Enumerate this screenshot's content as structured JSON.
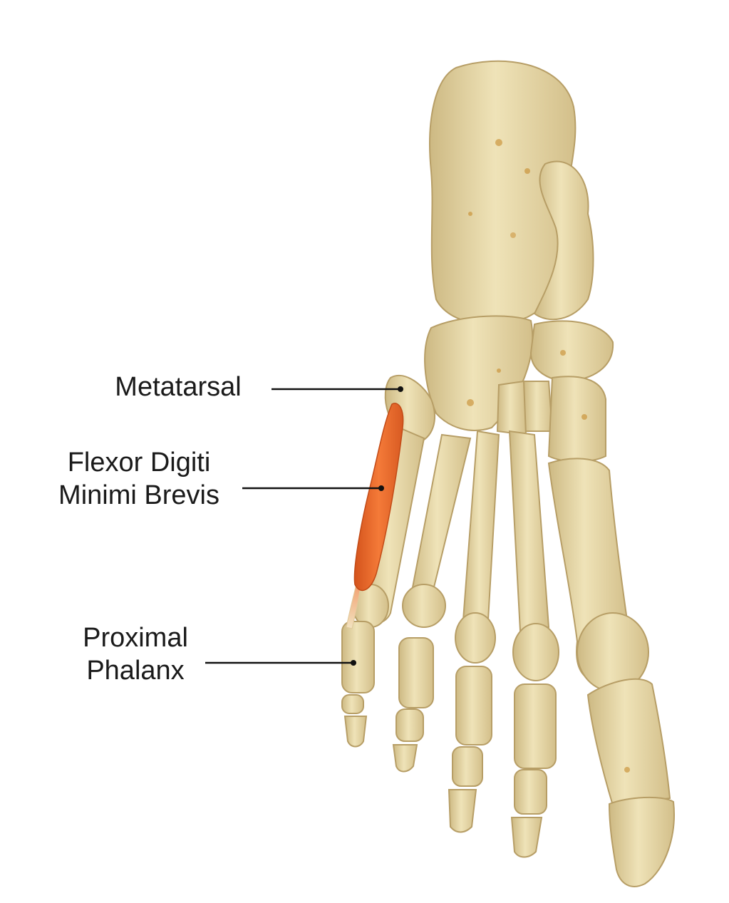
{
  "colors": {
    "bone": "#e6d7a6",
    "bone_shadow": "#c9b27a",
    "bone_spot": "#c78a2c",
    "muscle": "#ec6a2c",
    "leader_line": "#111111",
    "text": "#1a1a1a"
  },
  "labels": {
    "metatarsal": "Metatarsal",
    "flexor_line1": "Flexor Digiti",
    "flexor_line2": "Minimi Brevis",
    "phalanx_line1": "Proximal",
    "phalanx_line2": "Phalanx"
  }
}
